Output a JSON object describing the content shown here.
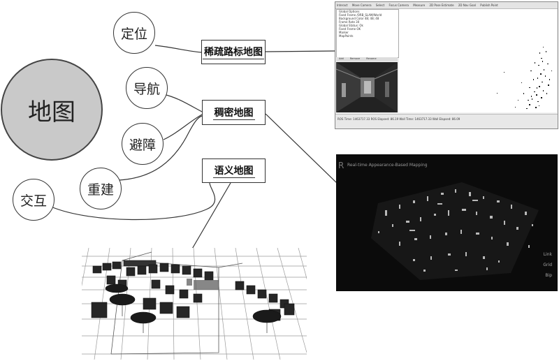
{
  "diagram": {
    "center_node": "地图",
    "tasks": [
      "定位",
      "导航",
      "避障",
      "重建",
      "交互"
    ],
    "map_types": {
      "sparse": "稀疏路标地图",
      "dense": "稠密地图",
      "semantic": "语义地图"
    }
  },
  "sparse_screenshot": {
    "toolbar_items": [
      "Interact",
      "Move Camera",
      "Select",
      "Focus Camera",
      "Measure",
      "2D Pose Estimate",
      "2D Nav Goal",
      "Publish Point"
    ],
    "panel_rows": [
      "Global Options",
      "Fixed Frame    /ORB_SLAM/World",
      "Background Color    48; 48; 48",
      "Frame Rate    30",
      "Global Status: Ok",
      "Fixed Frame    OK",
      "Marker",
      "MapPoints"
    ],
    "tabs": [
      "Add",
      "Remove",
      "Rename"
    ],
    "status_bar": "ROS Time: 1463717.33   ROS Elapsed: 86.19   Wall Time: 1463717.33   Wall Elapsed: 86.09"
  },
  "dense_screenshot": {
    "logo": "R",
    "title": "Real-time Appearance-Based Mapping",
    "right_labels": [
      "Link",
      "Grid",
      "Bip"
    ]
  }
}
